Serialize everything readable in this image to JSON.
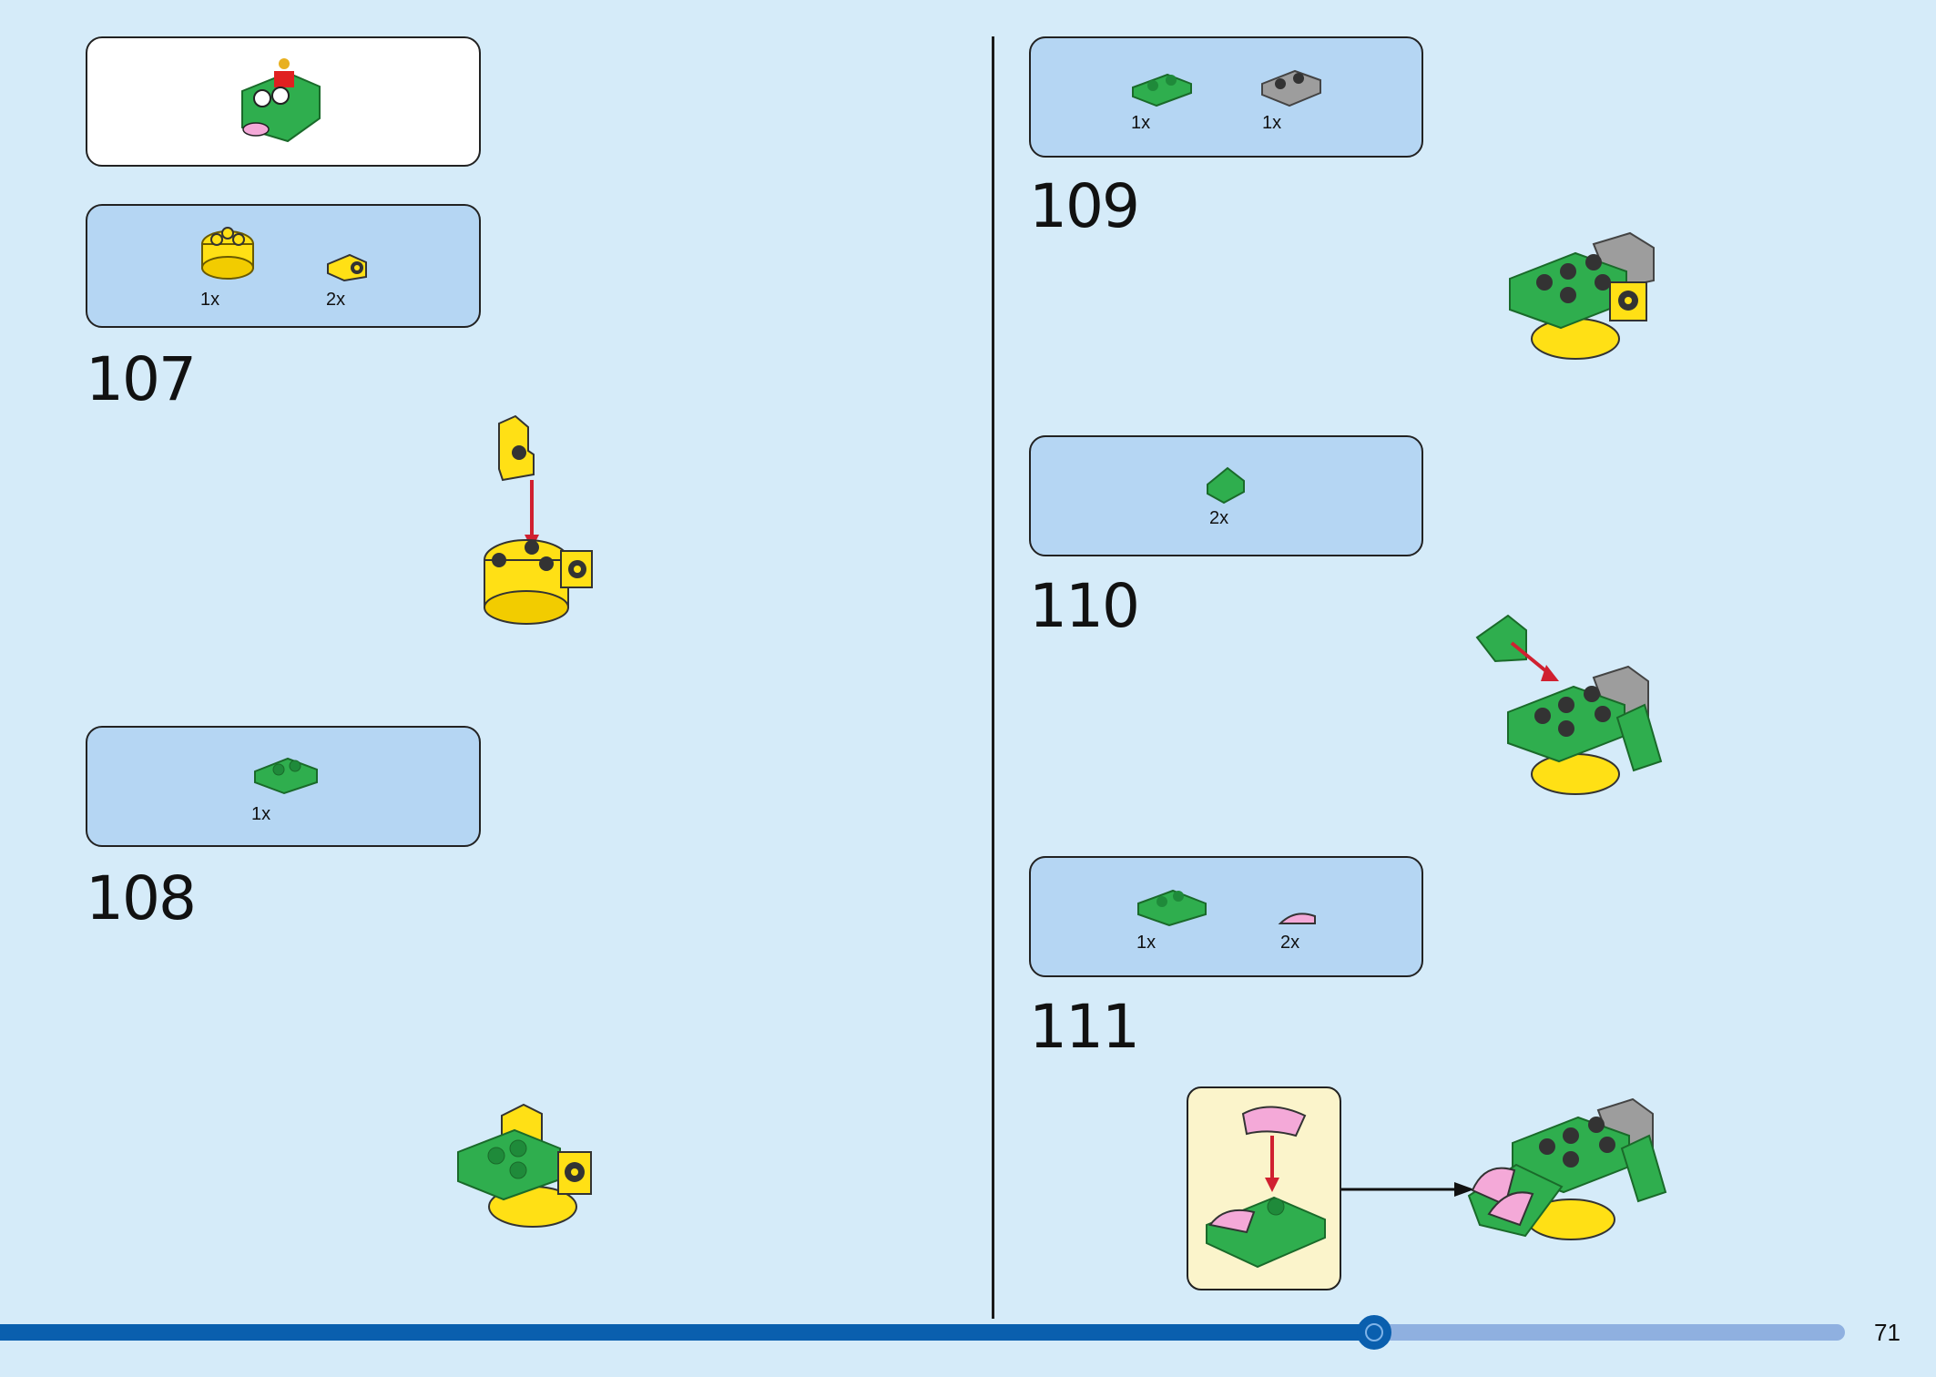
{
  "steps": [
    {
      "number": "107",
      "parts": [
        {
          "qty": "1x",
          "icon": "yellow-round-brick-icon"
        },
        {
          "qty": "2x",
          "icon": "yellow-bracket-plate-icon"
        }
      ]
    },
    {
      "number": "108",
      "parts": [
        {
          "qty": "1x",
          "icon": "green-clip-plate-icon"
        }
      ]
    },
    {
      "number": "109",
      "parts": [
        {
          "qty": "1x",
          "icon": "green-plate-1x2-icon"
        },
        {
          "qty": "1x",
          "icon": "gray-clip-plate-icon"
        }
      ]
    },
    {
      "number": "110",
      "parts": [
        {
          "qty": "2x",
          "icon": "green-slope-tile-icon"
        }
      ]
    },
    {
      "number": "111",
      "parts": [
        {
          "qty": "1x",
          "icon": "green-handle-plate-icon"
        },
        {
          "qty": "2x",
          "icon": "pink-quarter-tile-icon"
        }
      ]
    }
  ],
  "progress": {
    "fraction": 0.745
  },
  "page_number": "71",
  "colors": {
    "background": "#d5ebf9",
    "parts_box": "#b5d6f3",
    "green": "#2fae4e",
    "yellow": "#ffe015",
    "gray": "#9d9d9d",
    "pink": "#f4a9d8",
    "arrow": "#d02030",
    "progress": "#0a5fae"
  }
}
